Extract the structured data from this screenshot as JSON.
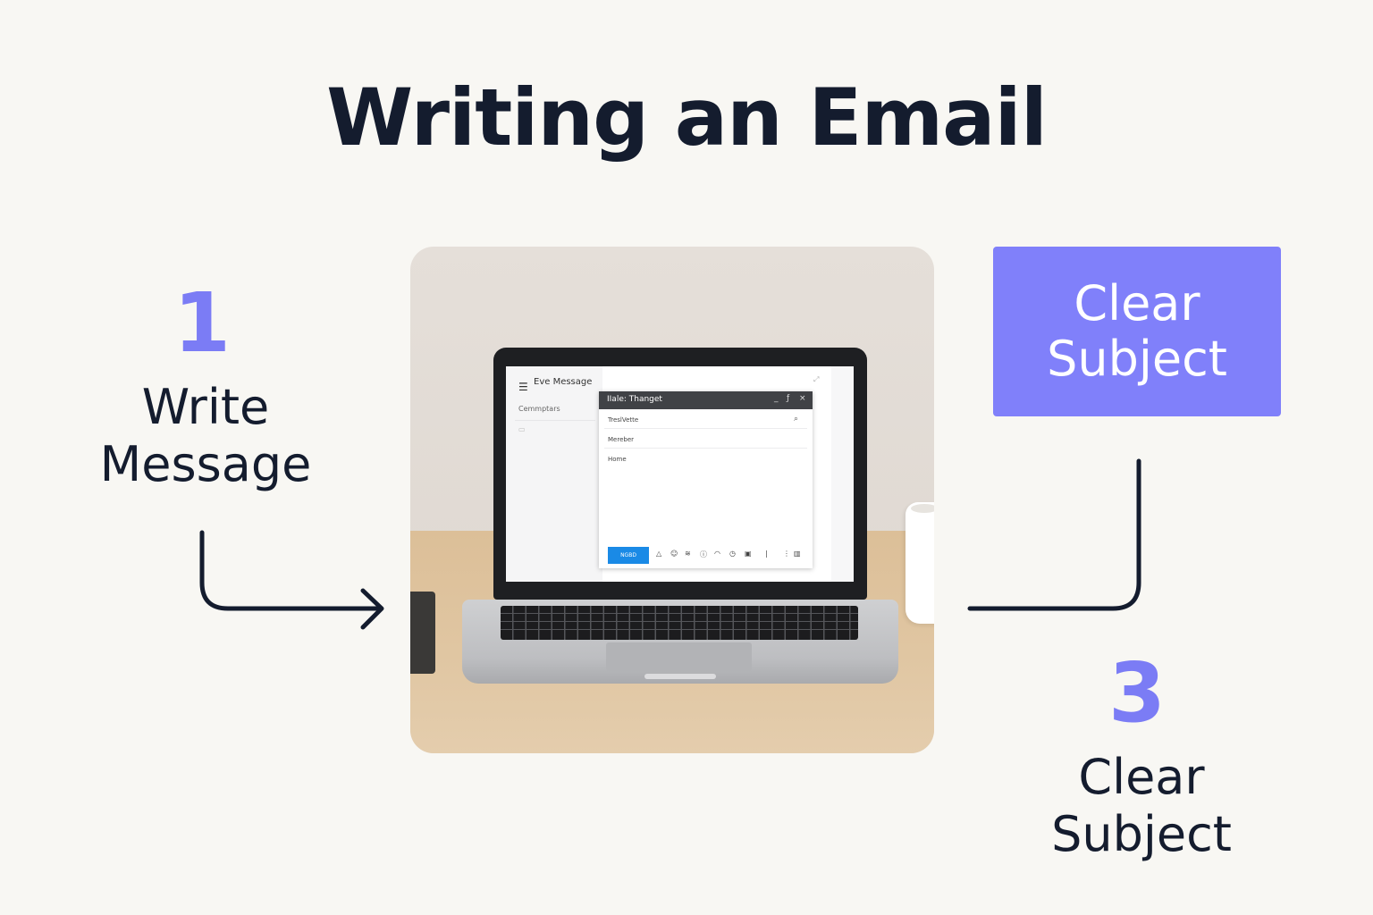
{
  "title": "Writing an Email",
  "steps": [
    {
      "number": "1",
      "label_lines": [
        "Write",
        "Message"
      ]
    },
    {
      "number": "3",
      "label_lines": [
        "Clear",
        "Subject"
      ]
    }
  ],
  "callout": {
    "lines": [
      "Clear",
      "Subject"
    ]
  },
  "colors": {
    "accent": "#7b7cf5",
    "callout_bg": "#8080fa",
    "text": "#141c2e",
    "background": "#f8f7f3"
  },
  "screen": {
    "app_title": "Eve Message",
    "compose_label": "Cemmptars",
    "compose_window": {
      "title": "IIale: Thanget",
      "fields": [
        "TreslVette",
        "Mereber",
        "Home"
      ],
      "send_label": "NGBD",
      "toolbar_icons": [
        "drive-icon",
        "emoji-icon",
        "link-icon",
        "info-icon",
        "photo-icon",
        "lock-icon",
        "calendar-icon",
        "divider",
        "more-icon",
        "barcode-icon"
      ]
    }
  }
}
